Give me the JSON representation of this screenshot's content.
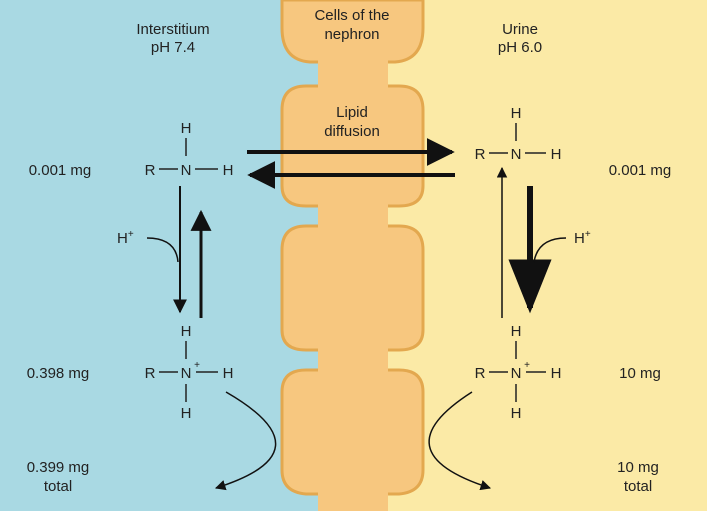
{
  "left_region": {
    "name": "Interstitium",
    "ph": "pH 7.4",
    "color": "#a9d9e3"
  },
  "right_region": {
    "name": "Urine",
    "ph": "pH 6.0",
    "color": "#fbeaa6"
  },
  "membrane": {
    "title_line1": "Cells of the",
    "title_line2": "nephron",
    "label_line1": "Lipid",
    "label_line2": "diffusion",
    "fill_color": "#f7c77f",
    "edge_color": "#e3a84f"
  },
  "atoms": {
    "r": "R",
    "n": "N",
    "h": "H",
    "plus": "+"
  },
  "proton": {
    "label": "H",
    "charge": "+"
  },
  "left_values": {
    "unionized": "0.001 mg",
    "ionized": "0.398 mg",
    "total_value": "0.399 mg",
    "total_word": "total"
  },
  "right_values": {
    "unionized": "0.001 mg",
    "ionized": "10 mg",
    "total_value": "10 mg",
    "total_word": "total"
  }
}
